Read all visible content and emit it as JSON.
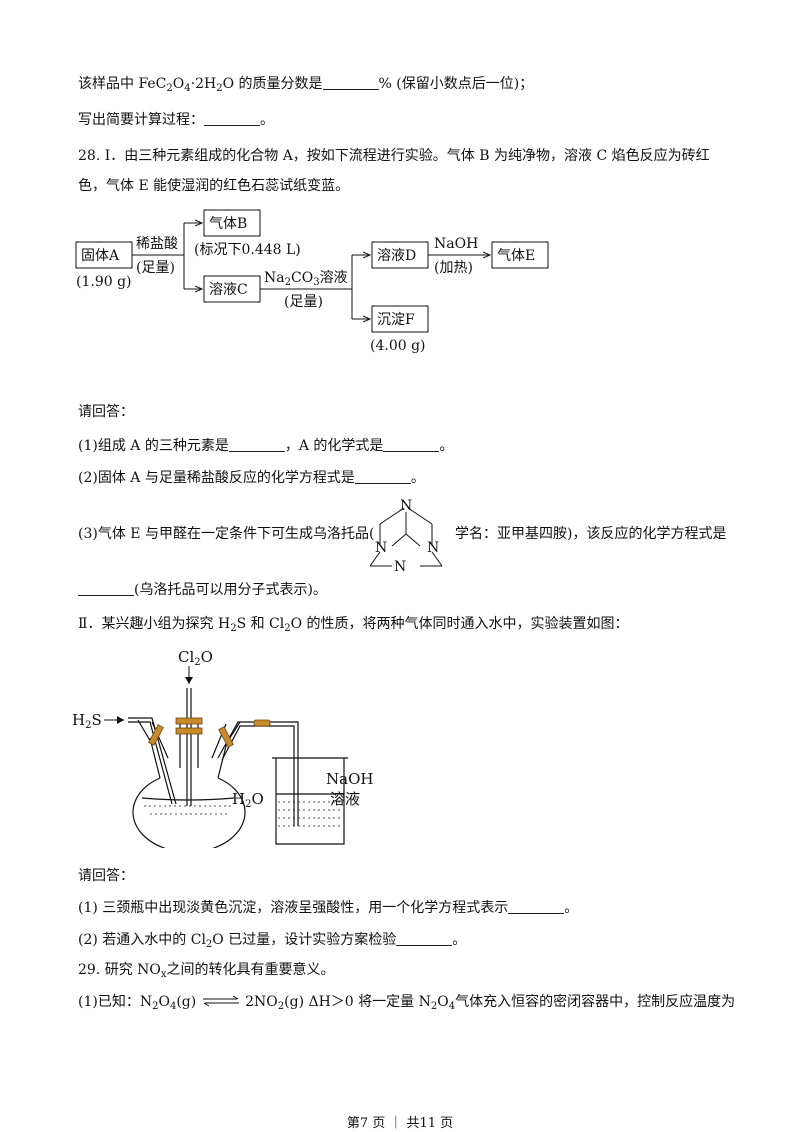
{
  "lines": {
    "l1_a": "该样品中",
    "l1_formula": "FeC",
    "l1_b": "的质量分数是",
    "l1_c": "% (保留小数点后一位)；",
    "l2": "写出简要计算过程：",
    "l2_end": "。",
    "q28_intro": "28. Ⅰ．由三种元素组成的化合物 A，按如下流程进行实验。气体 B 为纯净物，溶液 C 焰色反应为砖红",
    "q28_intro2": "色，气体 E 能使湿润的红色石蕊试纸变蓝。",
    "ask1": "请回答：",
    "p1_a": "(1)组成 A 的三种元素是",
    "p1_b": "，A 的化学式是",
    "p1_c": "。",
    "p2_a": "(2)固体 A 与足量稀盐酸反应的化学方程式是",
    "p2_b": "。",
    "p3_a": "(3)气体 E 与甲醛在一定条件下可生成乌洛托品(",
    "p3_b": "学名：亚甲基四胺)，该反应的化学方程式是",
    "p3_c": "(乌洛托品可以用分子式表示)。",
    "q2_intro_a": "Ⅱ．某兴趣小组为探究 H",
    "q2_intro_b": "S 和 Cl",
    "q2_intro_c": "O 的性质，将两种气体同时通入水中，实验装置如图：",
    "ask2": "请回答：",
    "ii1": "(1) 三颈瓶中出现淡黄色沉淀，溶液呈强酸性，用一个化学方程式表示",
    "ii1_end": "。",
    "ii2_a": "(2) 若通入水中的 Cl",
    "ii2_b": "O 已过量，设计实验方案检验",
    "ii2_end": "。",
    "q29_a": "29. 研究 NO",
    "q29_b": "之间的转化具有重要意义。",
    "q29_1a": "(1)已知：N",
    "q29_1b": "O",
    "q29_1c": "(g)",
    "q29_1d": "2NO",
    "q29_1e": "(g)    ΔH＞0   将一定量 N",
    "q29_1f": "气体充入恒容的密闭容器中，控制反应温度为"
  },
  "flow": {
    "solid_a": "固体A",
    "solid_a_mass": "(1.90 g)",
    "hcl": "稀盐酸",
    "hcl_amt": "(足量)",
    "gas_b": "气体B",
    "gas_b_vol": "(标况下0.448 L)",
    "sol_c": "溶液C",
    "na2co3_a": "Na",
    "na2co3_b": "CO",
    "na2co3_c": "溶液",
    "na2co3_amt": "(足量)",
    "sol_d": "溶液D",
    "naoh": "NaOH",
    "heat": "(加热)",
    "gas_e": "气体E",
    "ppt_f": "沉淀F",
    "ppt_f_mass": "(4.00 g)"
  },
  "molecule": {
    "n": "N"
  },
  "apparatus": {
    "cl2o_a": "Cl",
    "cl2o_b": "O",
    "h2s_a": "H",
    "h2s_b": "S",
    "h2o_a": "H",
    "h2o_b": "O",
    "naoh": "NaOH",
    "sol": "溶液"
  },
  "footer": {
    "page": "第7 页 ｜ 共11 页"
  }
}
